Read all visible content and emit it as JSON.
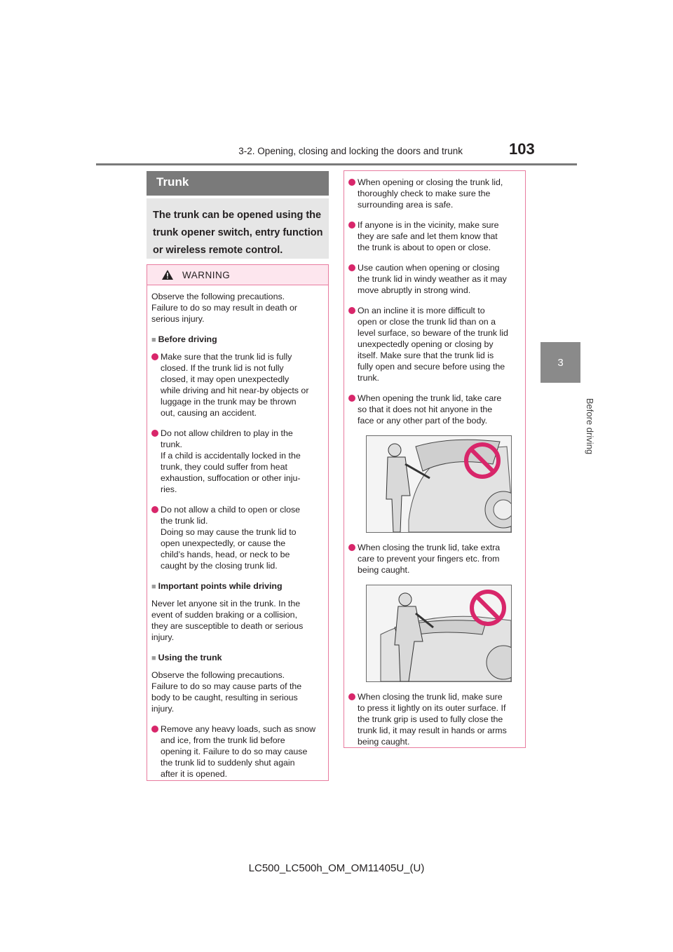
{
  "header": {
    "title": "3-2. Opening, closing and locking the doors and trunk",
    "page_number": "103"
  },
  "chapter": {
    "number": "3",
    "label": "Before driving"
  },
  "section": {
    "title": "Trunk",
    "intro_lines": [
      "The trunk can be opened using the",
      "trunk opener switch, entry function",
      "or wireless remote control."
    ]
  },
  "warning": {
    "label": "WARNING",
    "intro_lines": [
      "Observe the following precautions.",
      "Failure to do so may result in death or",
      "serious injury."
    ],
    "before_driving": {
      "heading": "Before driving",
      "bullets": [
        [
          "Make sure that the trunk lid is fully",
          "closed. If the trunk lid is not fully",
          "closed, it may open unexpectedly",
          "while driving and hit near-by objects or",
          "luggage in the trunk may be thrown",
          "out, causing an accident."
        ],
        [
          "Do not allow children to play in the",
          "trunk.",
          "If a child is accidentally locked in the",
          "trunk, they could suffer from heat",
          "exhaustion, suffocation or other inju-",
          "ries."
        ],
        [
          "Do not allow a child to open or close",
          "the trunk lid.",
          "Doing so may cause the trunk lid to",
          "open unexpectedly, or cause the",
          "child’s hands, head, or neck to be",
          "caught by the closing trunk lid."
        ]
      ]
    },
    "important": {
      "heading": "Important points while driving",
      "lines": [
        "Never let anyone sit in the trunk. In the",
        "event of sudden braking or a collision,",
        "they are susceptible to death or serious",
        "injury."
      ]
    },
    "using": {
      "heading": "Using the trunk",
      "lines": [
        "Observe the following precautions.",
        "Failure to do so may cause parts of the",
        "body to be caught, resulting in serious",
        "injury."
      ],
      "bullets": [
        [
          "Remove any heavy loads, such as snow",
          "and ice, from the trunk lid before",
          "opening it. Failure to do so may cause",
          "the trunk lid to suddenly shut again",
          "after it is opened."
        ]
      ]
    },
    "col2_bullets_a": [
      [
        "When opening or closing the trunk lid,",
        "thoroughly check to make sure the",
        "surrounding area is safe."
      ],
      [
        "If anyone is in the vicinity, make sure",
        "they are safe and let them know that",
        "the trunk is about to open or close."
      ],
      [
        "Use caution when opening or closing",
        "the trunk lid in windy weather as it may",
        "move abruptly in strong wind."
      ],
      [
        "On an incline it is more difficult to",
        "open or close the trunk lid than on a",
        "level surface, so beware of the trunk lid",
        "unexpectedly opening or closing by",
        "itself. Make sure that the trunk lid is",
        "fully open and secure before using the",
        "trunk."
      ],
      [
        "When opening the trunk lid, take care",
        "so that it does not hit anyone in the",
        "face or any other part of the body."
      ]
    ],
    "col2_bullet_b": [
      "When closing the trunk lid, take extra",
      "care to prevent your fingers etc. from",
      "being caught."
    ],
    "col2_bullet_c": [
      "When closing the trunk lid, make sure",
      "to press it lightly on its outer surface. If",
      "the trunk grip is used to fully close the",
      "trunk lid, it may result in hands or arms",
      "being caught."
    ]
  },
  "footer": "LC500_LC500h_OM_OM11405U_(U)",
  "colors": {
    "warning_accent": "#d8266a",
    "warning_border": "#e87c9f",
    "title_bar": "#7a7a7a"
  }
}
